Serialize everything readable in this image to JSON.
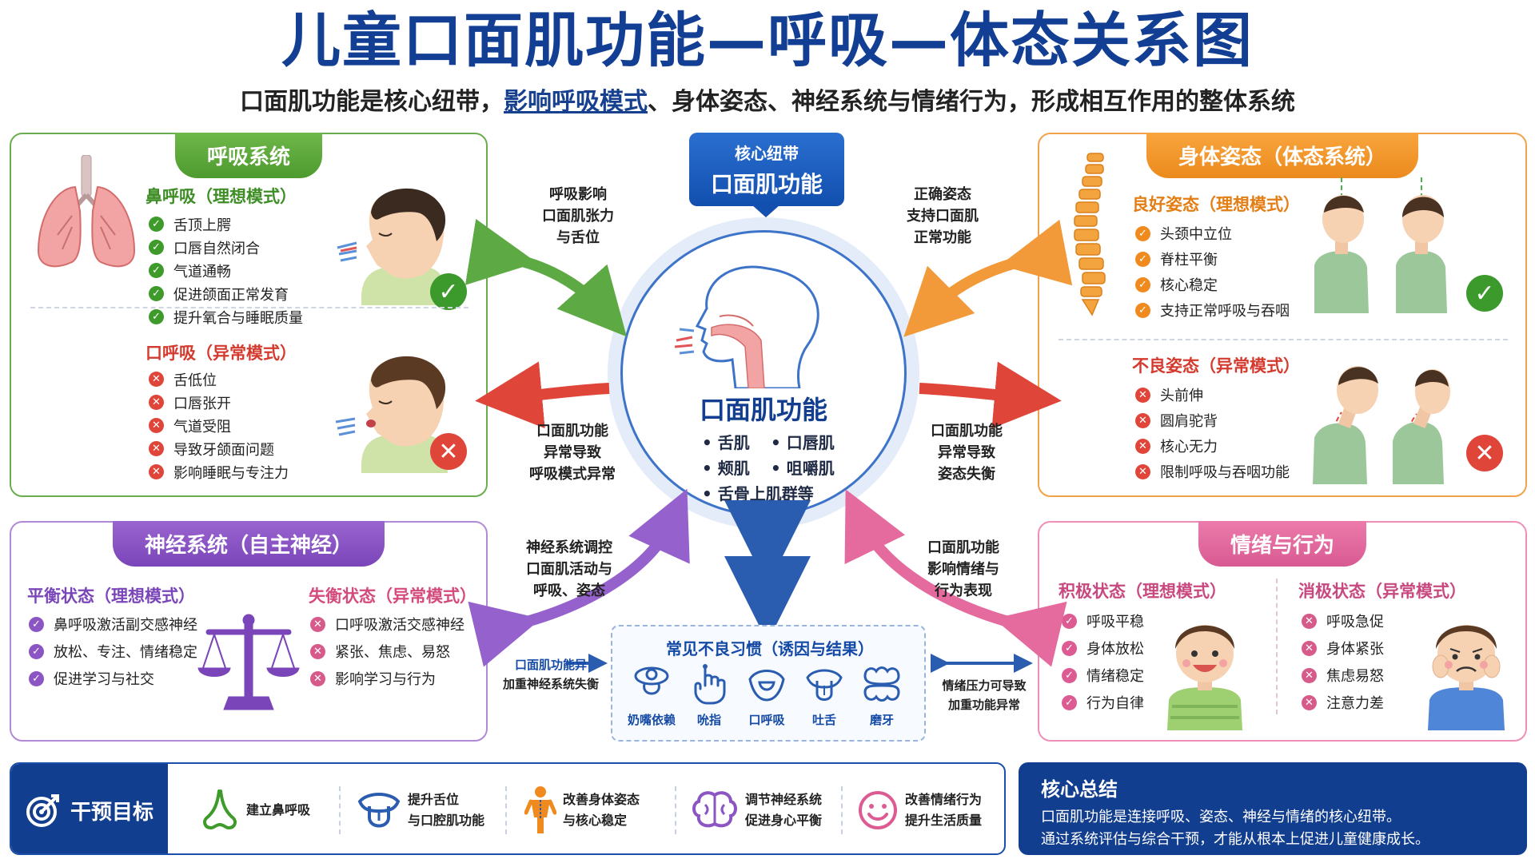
{
  "title": "儿童口面肌功能—呼吸—体态关系图",
  "subtitle": {
    "pre": "口面肌功能是核心纽带，",
    "link": "影响呼吸模式",
    "post": "、身体姿态、神经系统与情绪行为，形成相互作用的整体系统"
  },
  "colors": {
    "primary": "#123e8f",
    "green": "#4d9a2e",
    "orange": "#ec8a1c",
    "purple": "#7a45b8",
    "pink": "#d85a92",
    "red": "#e0453a"
  },
  "respiratory": {
    "header": "呼吸系统",
    "ideal_title": "鼻呼吸（理想模式）",
    "ideal_items": [
      "舌顶上腭",
      "口唇自然闭合",
      "气道通畅",
      "促进颌面正常发育",
      "提升氧合与睡眠质量"
    ],
    "abnormal_title": "口呼吸（异常模式）",
    "abnormal_items": [
      "舌低位",
      "口唇张开",
      "气道受阻",
      "导致牙颌面问题",
      "影响睡眠与专注力"
    ],
    "icons": [
      "lungs-icon",
      "child-profile-icon",
      "check-badge-icon",
      "cross-badge-icon"
    ]
  },
  "posture": {
    "header": "身体姿态（体态系统）",
    "ideal_title": "良好姿态（理想模式）",
    "ideal_items": [
      "头颈中立位",
      "脊柱平衡",
      "核心稳定",
      "支持正常呼吸与吞咽"
    ],
    "abnormal_title": "不良姿态（异常模式）",
    "abnormal_items": [
      "头前伸",
      "圆肩驼背",
      "核心无力",
      "限制呼吸与吞咽功能"
    ],
    "icons": [
      "spine-icon",
      "posture-figure-icon"
    ]
  },
  "nervous": {
    "header": "神经系统（自主神经）",
    "balance_title": "平衡状态（理想模式）",
    "balance_items": [
      "鼻呼吸激活副交感神经",
      "放松、专注、情绪稳定",
      "促进学习与社交"
    ],
    "imbalance_title": "失衡状态（异常模式）",
    "imbalance_items": [
      "口呼吸激活交感神经",
      "紧张、焦虑、易怒",
      "影响学习与行为"
    ],
    "icons": [
      "balance-scale-icon"
    ]
  },
  "emotion": {
    "header": "情绪与行为",
    "positive_title": "积极状态（理想模式）",
    "positive_items": [
      "呼吸平稳",
      "身体放松",
      "情绪稳定",
      "行为自律"
    ],
    "negative_title": "消极状态（异常模式）",
    "negative_items": [
      "呼吸急促",
      "身体紧张",
      "焦虑易怒",
      "注意力差"
    ],
    "icons": [
      "happy-child-icon",
      "worried-child-icon"
    ]
  },
  "core": {
    "tag_line1": "核心纽带",
    "tag_line2": "口面肌功能",
    "circle_title": "口面肌功能",
    "muscles": [
      "• 舌肌",
      "• 口唇肌",
      "• 颊肌",
      "• 咀嚼肌",
      "• 舌骨上肌群等"
    ]
  },
  "connectors": {
    "top_left": [
      "呼吸影响",
      "口面肌张力",
      "与舌位"
    ],
    "mid_left": [
      "口面肌功能",
      "异常导致",
      "呼吸模式异常"
    ],
    "top_right": [
      "正确姿态",
      "支持口面肌",
      "正常功能"
    ],
    "mid_right": [
      "口面肌功能",
      "异常导致",
      "姿态失衡"
    ],
    "low_left": [
      "神经系统调控",
      "口面肌活动与",
      "呼吸、姿态"
    ],
    "low_left_small": [
      "口面肌功能异",
      "加重神经系统失衡"
    ],
    "low_right": [
      "口面肌功能",
      "影响情绪与",
      "行为表现"
    ],
    "low_right_small": [
      "情绪压力可导致",
      "加重功能异常"
    ]
  },
  "habits": {
    "title": "常见不良习惯（诱因与结果）",
    "items": [
      "奶嘴依赖",
      "吮指",
      "口呼吸",
      "吐舌",
      "磨牙"
    ]
  },
  "goals": {
    "tag": "干预目标",
    "items": [
      {
        "l1": "建立鼻呼吸",
        "l2": "",
        "icon": "nose-icon"
      },
      {
        "l1": "提升舌位",
        "l2": "与口腔肌功能",
        "icon": "tongue-icon"
      },
      {
        "l1": "改善身体姿态",
        "l2": "与核心稳定",
        "icon": "body-posture-icon"
      },
      {
        "l1": "调节神经系统",
        "l2": "促进身心平衡",
        "icon": "brain-icon"
      },
      {
        "l1": "改善情绪行为",
        "l2": "提升生活质量",
        "icon": "smile-icon"
      }
    ]
  },
  "summary": {
    "title": "核心总结",
    "line1": "口面肌功能是连接呼吸、姿态、神经与情绪的核心纽带。",
    "line2": "通过系统评估与综合干预，才能从根本上促进儿童健康成长。"
  }
}
